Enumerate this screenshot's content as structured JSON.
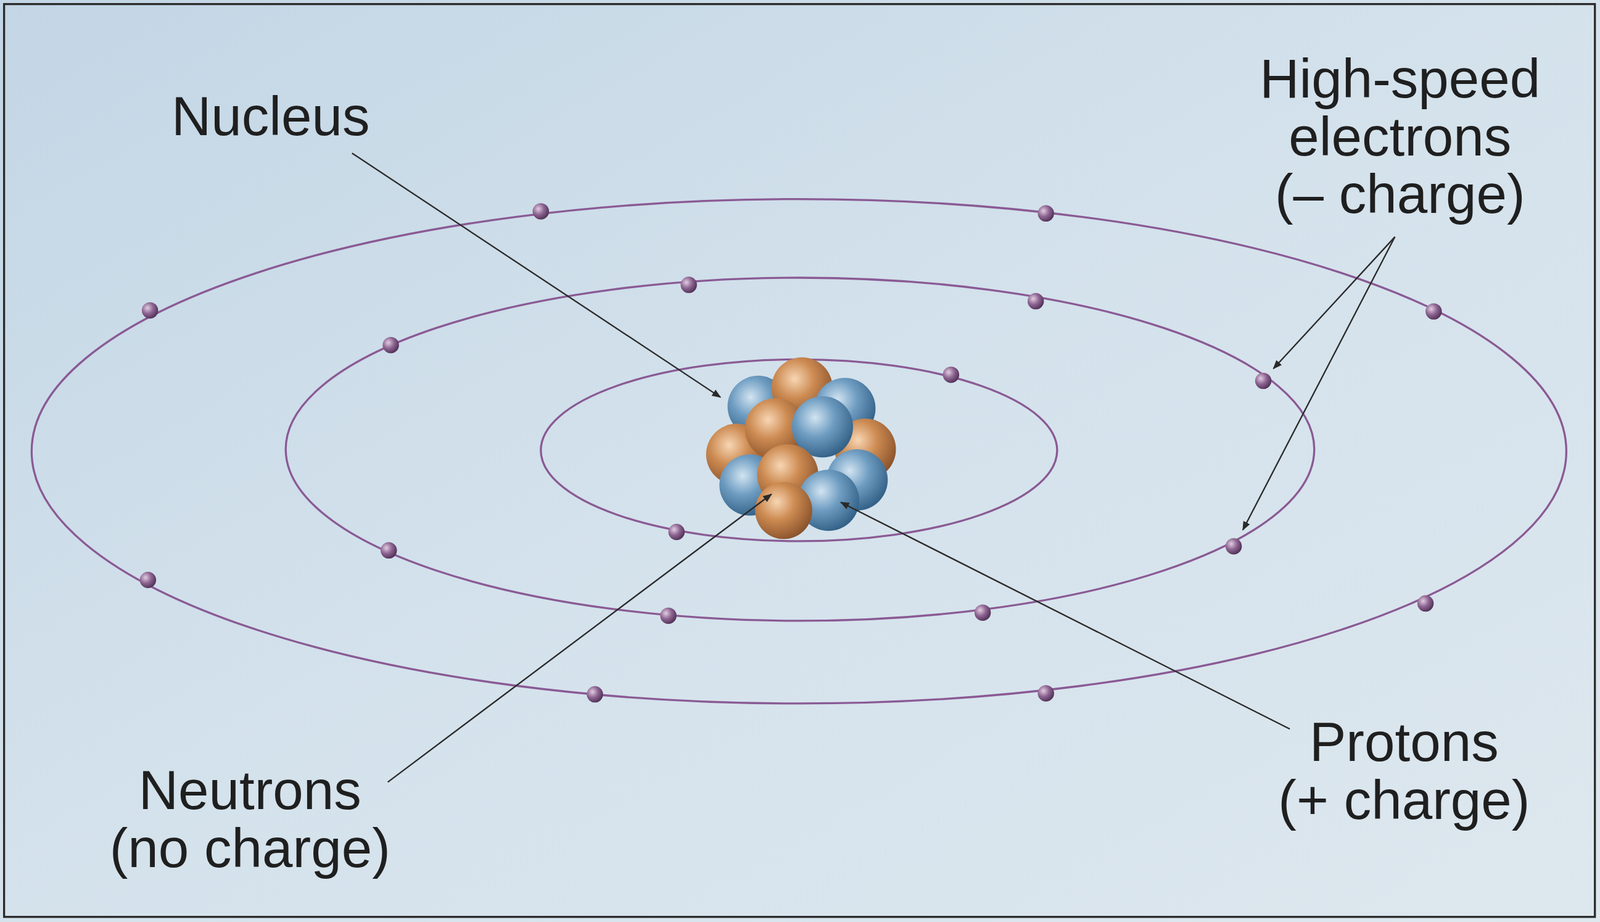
{
  "diagram": {
    "labels": [
      "Nucleus",
      "High-speed electrons (– charge)",
      "Neutrons (no charge)",
      "Protons (+ charge)"
    ]
  }
}
